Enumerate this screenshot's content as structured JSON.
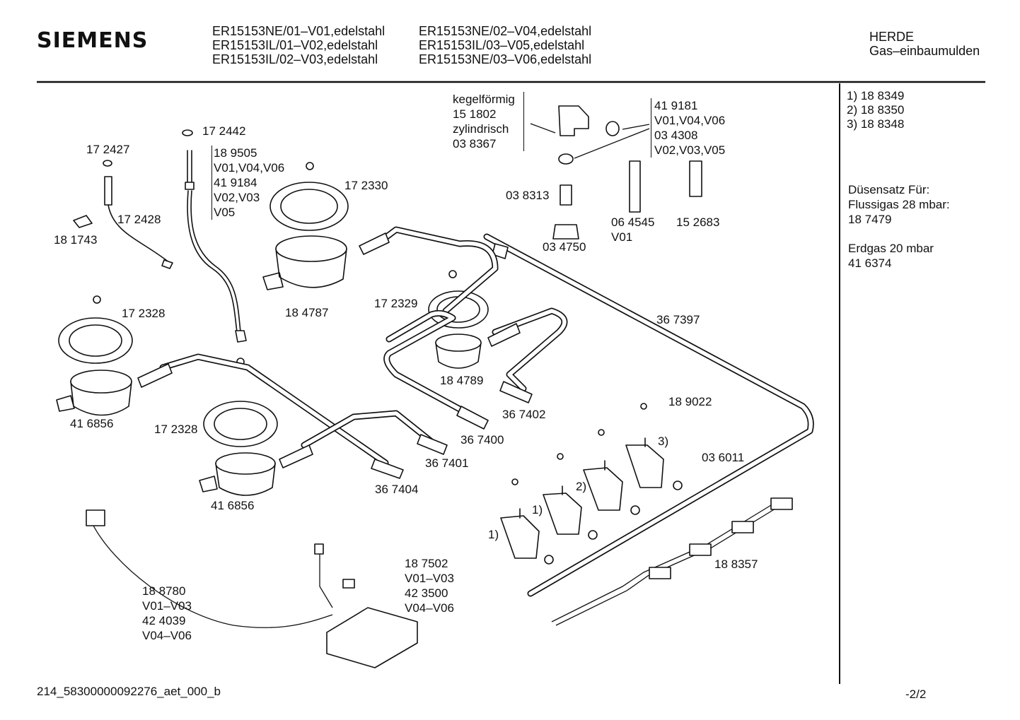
{
  "header": {
    "brand": "SIEMENS",
    "models_col1": [
      "ER15153NE/01–V01,edelstahl",
      "ER15153IL/01–V02,edelstahl",
      "ER15153IL/02–V03,edelstahl"
    ],
    "models_col2": [
      "ER15153NE/02–V04,edelstahl",
      "ER15153IL/03–V05,edelstahl",
      "ER15153NE/03–V06,edelstahl"
    ],
    "category": "HERDE",
    "subcategory": "Gas–einbaumulden"
  },
  "side_panel": {
    "valve_refs": [
      "1)  18 8349",
      "2)  18 8350",
      "3)  18 8348"
    ],
    "nozzle_title": "Düsensatz Für:",
    "lpg_label": "Flussigas 28 mbar:",
    "lpg_part": "18 7479",
    "ng_label": "Erdgas 20 mbar",
    "ng_part": "41 6374"
  },
  "parts": {
    "p172442": "17 2442",
    "p172427": "17 2427",
    "p172428": "17 2428",
    "p181743": "18 1743",
    "thermo": [
      "18 9505",
      "V01,V04,V06",
      "41 9184",
      "V02,V03",
      "V05"
    ],
    "p172330": "17 2330",
    "p184787": "18 4787",
    "connector": [
      "kegelförmig",
      "15 1802",
      "zylindrisch",
      "03 8367"
    ],
    "seal": [
      "41 9181",
      "V01,V04,V06",
      "03 4308",
      "V02,V03,V05"
    ],
    "p038313": "03 8313",
    "p034750": "03 4750",
    "p064545": [
      "06 4545",
      "V01"
    ],
    "p152683": "15 2683",
    "p172328a": "17 2328",
    "p172329": "17 2329",
    "p367397": "36 7397",
    "p184789": "18 4789",
    "p416856a": "41 6856",
    "p367402": "36 7402",
    "p189022": "18 9022",
    "p172328b": "17 2328",
    "p367400": "36 7400",
    "p367401": "36 7401",
    "p416856b": "41 6856",
    "p367404": "36 7404",
    "p036011": "03 6011",
    "ref3": "3)",
    "ref2": "2)",
    "ref1a": "1)",
    "ref1b": "1)",
    "ignition": [
      "18 7502",
      "V01–V03",
      "42 3500",
      "V04–V06"
    ],
    "harness": [
      "18 8780",
      "V01–V03",
      "42 4039",
      "V04–V06"
    ],
    "p188357": "18 8357"
  },
  "footer": {
    "doc_id": "214_58300000092276_aet_000_b",
    "page": "-2/2"
  }
}
